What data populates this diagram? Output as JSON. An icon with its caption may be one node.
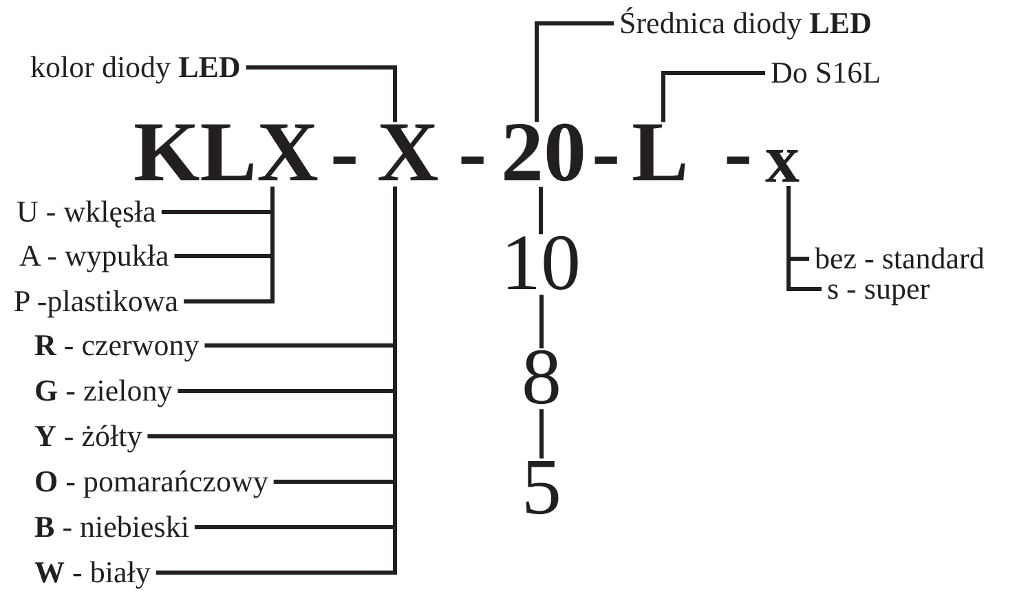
{
  "diagram": {
    "nodes": [
      {
        "text": [
          "kolor diody **LED**"
        ]
      },
      {
        "text": [
          "Średnica diody **LED**"
        ]
      },
      {
        "text": [
          "Do S16L"
        ]
      },
      {
        "text": [
          "KLX"
        ]
      },
      {
        "text": [
          "X"
        ]
      },
      {
        "text": [
          "20"
        ]
      },
      {
        "text": [
          "L"
        ]
      },
      {
        "text": [
          "x"
        ]
      },
      {
        "text": [
          "U - wklęsła"
        ]
      },
      {
        "text": [
          "A - wypukła"
        ]
      },
      {
        "text": [
          "P -plastikowa"
        ]
      },
      {
        "text": [
          "10"
        ]
      },
      {
        "text": [
          "bez - standard"
        ]
      },
      {
        "text": [
          "s - super"
        ]
      },
      {
        "text": [
          "**R** - czerwony"
        ]
      },
      {
        "text": [
          "**G** - zielony"
        ]
      },
      {
        "text": [
          "**Y** - żółty"
        ]
      },
      {
        "text": [
          "**O** - pomarańczowy"
        ]
      },
      {
        "text": [
          "**B** - niebieski"
        ]
      },
      {
        "text": [
          "**W** - biały"
        ]
      },
      {
        "text": [
          "8"
        ]
      },
      {
        "text": [
          "5"
        ]
      }
    ],
    "edges": [
      {
        "from": 0,
        "to": 4,
        "arrow": "none"
      },
      {
        "from": 1,
        "to": 5,
        "arrow": "none"
      },
      {
        "from": 2,
        "to": 6,
        "arrow": "none"
      },
      {
        "from": 8,
        "to": 3,
        "arrow": "none"
      },
      {
        "from": 9,
        "to": 3,
        "arrow": "none"
      },
      {
        "from": 10,
        "to": 3,
        "arrow": "none"
      },
      {
        "from": 5,
        "to": 11,
        "arrow": "none"
      },
      {
        "from": 12,
        "to": 7,
        "arrow": "none"
      },
      {
        "from": 13,
        "to": 7,
        "arrow": "none"
      },
      {
        "from": 14,
        "to": 4,
        "arrow": "none"
      },
      {
        "from": 15,
        "to": 4,
        "arrow": "none"
      },
      {
        "from": 16,
        "to": 4,
        "arrow": "none"
      },
      {
        "from": 17,
        "to": 4,
        "arrow": "none"
      },
      {
        "from": 18,
        "to": 4,
        "arrow": "none"
      },
      {
        "from": 19,
        "to": 4,
        "arrow": "none"
      },
      {
        "from": 11,
        "to": 20,
        "arrow": "none"
      },
      {
        "from": 20,
        "to": 21,
        "arrow": "none"
      }
    ],
    "labels": [
      "-",
      "-",
      "-",
      "-"
    ]
  }
}
